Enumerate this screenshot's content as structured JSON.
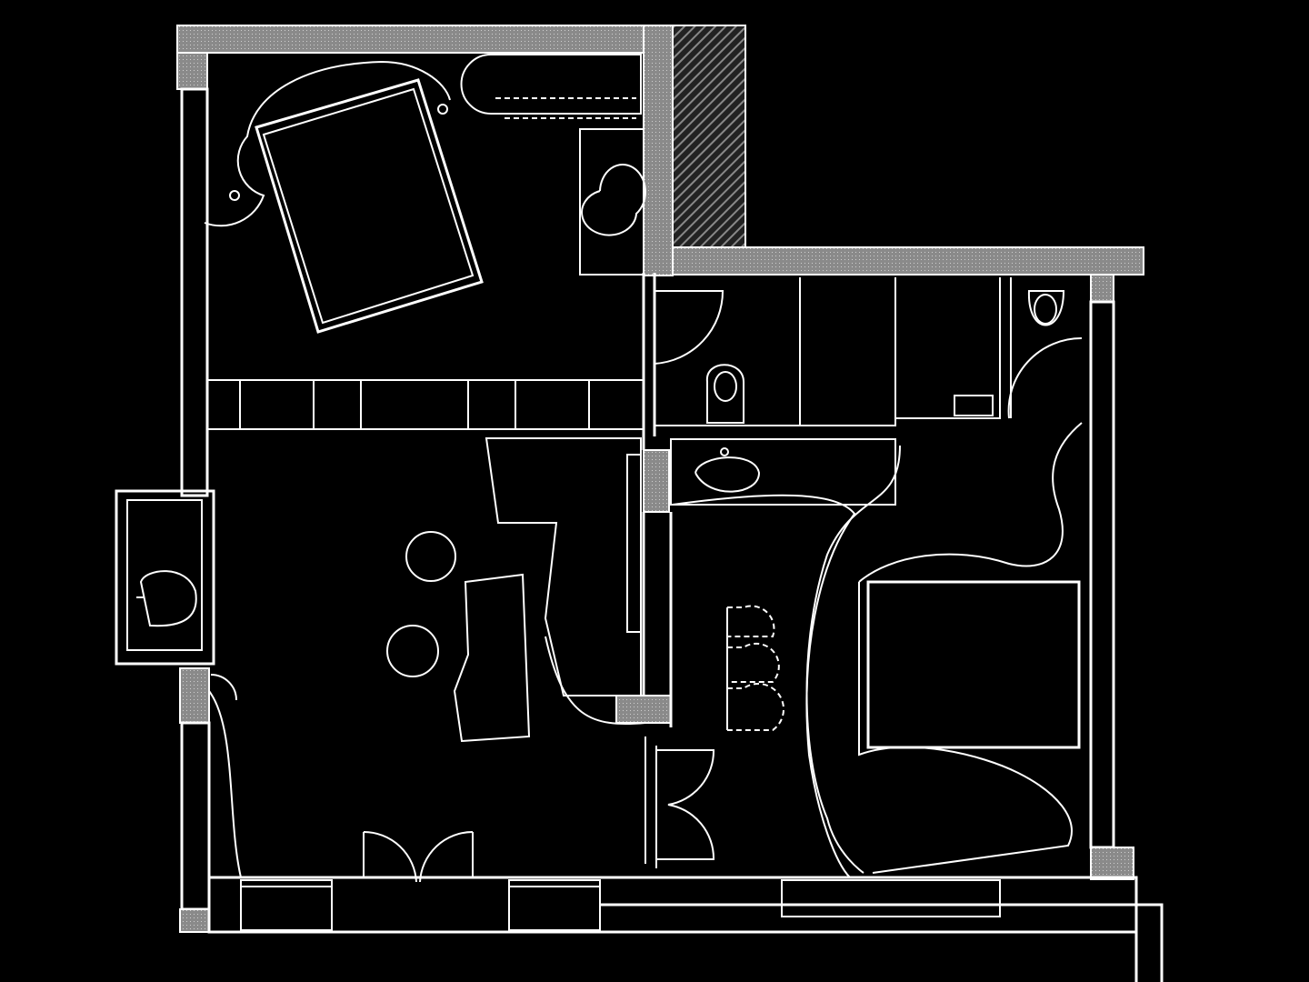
{
  "plan": {
    "background": "#000000",
    "line_color": "#ffffff",
    "wall_fill": "#9a9a9a",
    "rooms": [
      "bedroom",
      "living-room",
      "bathroom",
      "toilet",
      "hallway",
      "second-bedroom"
    ]
  }
}
